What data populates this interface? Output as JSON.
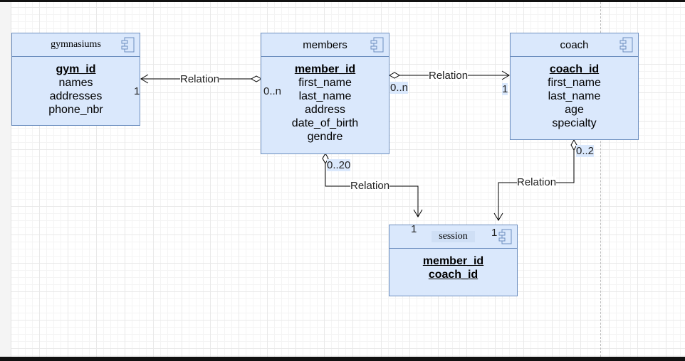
{
  "entities": {
    "gymnasiums": {
      "title": "gymnasiums",
      "attributes": [
        {
          "name": "gym_id",
          "key": true
        },
        {
          "name": "names",
          "key": false
        },
        {
          "name": "addresses",
          "key": false
        },
        {
          "name": "phone_nbr",
          "key": false
        }
      ]
    },
    "members": {
      "title": "members",
      "attributes": [
        {
          "name": "member_id",
          "key": true
        },
        {
          "name": "first_name",
          "key": false
        },
        {
          "name": "last_name",
          "key": false
        },
        {
          "name": "address",
          "key": false
        },
        {
          "name": "date_of_birth",
          "key": false
        },
        {
          "name": "gendre",
          "key": false
        }
      ]
    },
    "coach": {
      "title": "coach",
      "attributes": [
        {
          "name": "coach_id",
          "key": true
        },
        {
          "name": "first_name",
          "key": false
        },
        {
          "name": "last_name",
          "key": false
        },
        {
          "name": "age",
          "key": false
        },
        {
          "name": "specialty",
          "key": false
        }
      ]
    },
    "session": {
      "title": "session",
      "attributes": [
        {
          "name": "member_id",
          "key": true
        },
        {
          "name": "coach_id",
          "key": true
        }
      ]
    }
  },
  "relations": [
    {
      "label": "Relation",
      "from": "members",
      "to": "gymnasiums",
      "from_mult": "0..n",
      "to_mult": "1"
    },
    {
      "label": "Relation",
      "from": "members",
      "to": "coach",
      "from_mult": "0..n",
      "to_mult": "1"
    },
    {
      "label": "Relation",
      "from": "members",
      "to": "session",
      "from_mult": "0..20",
      "to_mult": "1"
    },
    {
      "label": "Relation",
      "from": "coach",
      "to": "session",
      "from_mult": "0..2",
      "to_mult": "1"
    }
  ],
  "icons": {
    "entity": "component-icon"
  },
  "colors": {
    "fill": "#dae8fc",
    "stroke": "#6c8ebf",
    "edge": "#000000"
  }
}
